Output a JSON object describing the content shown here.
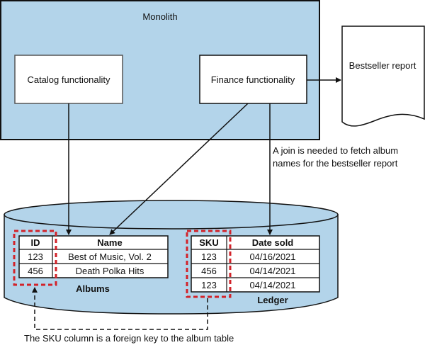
{
  "colors": {
    "container_fill": "#b3d4ea",
    "stroke": "#111111",
    "box_fill": "#ffffff",
    "highlight_dash": "#d2232a"
  },
  "monolith": {
    "title": "Monolith",
    "components": [
      {
        "id": "catalog",
        "label": "Catalog functionality"
      },
      {
        "id": "finance",
        "label": "Finance functionality"
      }
    ]
  },
  "report": {
    "label": "Bestseller report"
  },
  "annotations": {
    "join_note_line1": "A join is needed to fetch album",
    "join_note_line2": "names for the bestseller report",
    "foreign_key_note": "The SKU column is a foreign key to the album table"
  },
  "database": {
    "albums": {
      "caption": "Albums",
      "headers": [
        "ID",
        "Name"
      ],
      "rows": [
        [
          "123",
          "Best of Music, Vol. 2"
        ],
        [
          "456",
          "Death Polka Hits"
        ]
      ]
    },
    "ledger": {
      "caption": "Ledger",
      "headers": [
        "SKU",
        "Date sold"
      ],
      "rows": [
        [
          "123",
          "04/16/2021"
        ],
        [
          "456",
          "04/14/2021"
        ],
        [
          "123",
          "04/14/2021"
        ]
      ]
    }
  },
  "connections": [
    {
      "from": "catalog",
      "to": "albums.name"
    },
    {
      "from": "finance",
      "to": "albums.name"
    },
    {
      "from": "finance",
      "to": "ledger.date_sold"
    },
    {
      "from": "finance",
      "to": "report"
    },
    {
      "from": "ledger.sku",
      "to": "albums.id",
      "style": "dashed"
    }
  ]
}
